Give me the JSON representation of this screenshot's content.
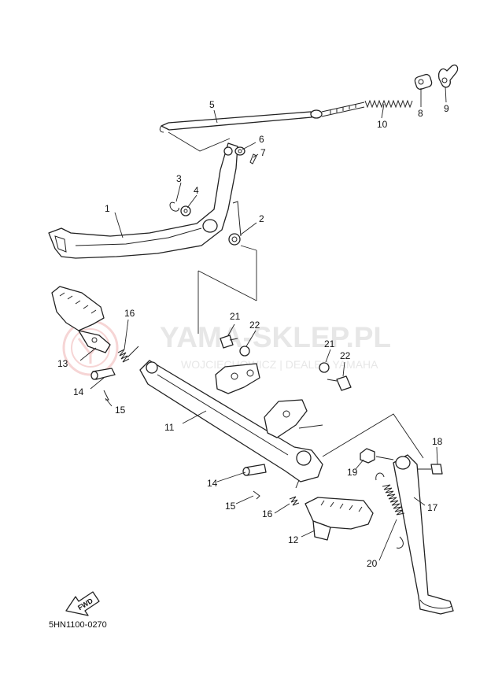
{
  "diagram": {
    "code": "5HN1100-0270",
    "fwd_label": "FWD",
    "watermark": {
      "brand": "YAMA-SKLEP.PL",
      "tagline": "WOJCIECHOWICZ | DEALER YAMAHA"
    },
    "callouts": [
      "1",
      "2",
      "3",
      "4",
      "5",
      "6",
      "7",
      "8",
      "9",
      "10",
      "11",
      "12",
      "13",
      "14",
      "15",
      "16",
      "17",
      "18",
      "19",
      "20",
      "21",
      "22",
      "21",
      "22",
      "16",
      "14",
      "15"
    ]
  }
}
